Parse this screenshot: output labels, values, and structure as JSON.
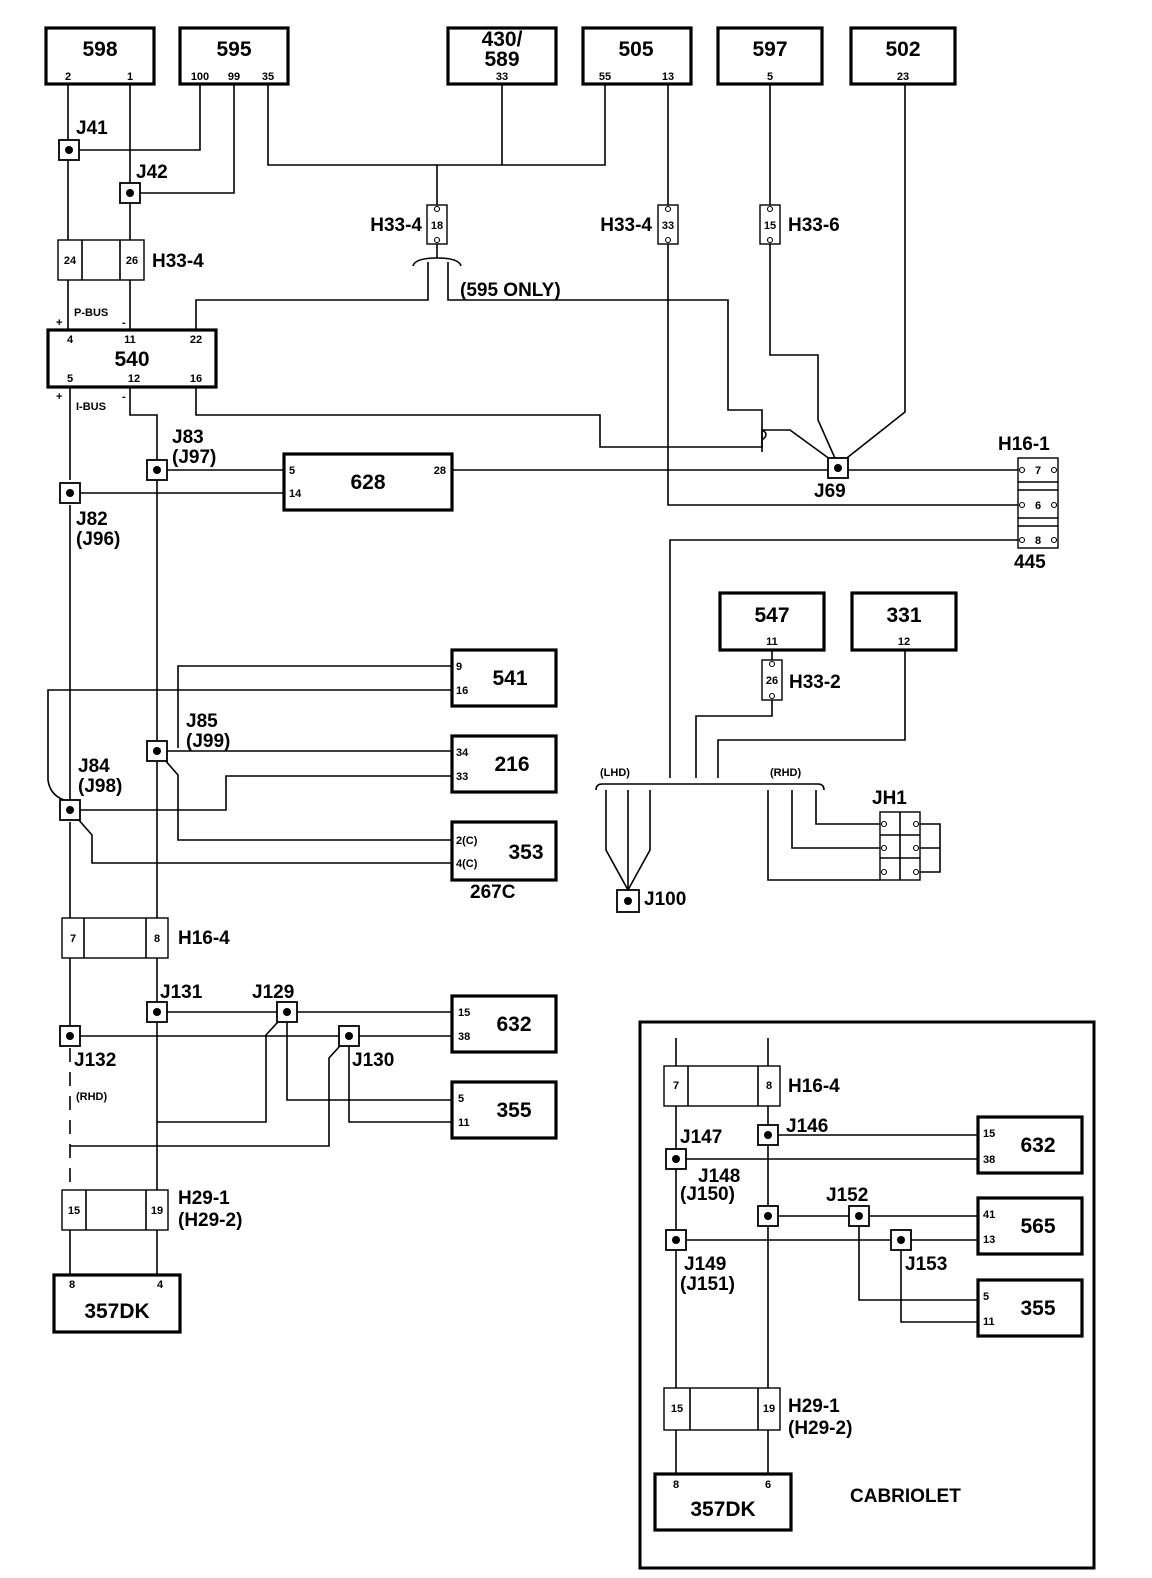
{
  "components": {
    "c598": {
      "name": "598",
      "pins": [
        "2",
        "1"
      ]
    },
    "c595": {
      "name": "595",
      "pins": [
        "100",
        "99",
        "35"
      ]
    },
    "c430": {
      "name_line1": "430/",
      "name_line2": "589",
      "pins": [
        "33"
      ]
    },
    "c505": {
      "name": "505",
      "pins": [
        "55",
        "13"
      ]
    },
    "c597": {
      "name": "597",
      "pins": [
        "5"
      ]
    },
    "c502": {
      "name": "502",
      "pins": [
        "23"
      ]
    },
    "c540": {
      "name": "540",
      "pins": [
        "4",
        "11",
        "22",
        "5",
        "12",
        "16"
      ]
    },
    "c628": {
      "name": "628",
      "pins": [
        "5",
        "14",
        "28"
      ]
    },
    "c547": {
      "name": "547",
      "pins": [
        "11"
      ]
    },
    "c331": {
      "name": "331",
      "pins": [
        "12"
      ]
    },
    "c541": {
      "name": "541",
      "pins": [
        "9",
        "16"
      ]
    },
    "c216": {
      "name": "216",
      "pins": [
        "34",
        "33"
      ]
    },
    "c353": {
      "name": "353",
      "pins": [
        "2(C)",
        "4(C)"
      ],
      "sublabel": "267C"
    },
    "c632": {
      "name": "632",
      "pins": [
        "15",
        "38"
      ]
    },
    "c355": {
      "name": "355",
      "pins": [
        "5",
        "11"
      ]
    },
    "c357dk": {
      "name": "357DK",
      "pins": [
        "8",
        "4"
      ]
    },
    "cab632": {
      "name": "632",
      "pins": [
        "15",
        "38"
      ]
    },
    "cab565": {
      "name": "565",
      "pins": [
        "41",
        "13"
      ]
    },
    "cab355": {
      "name": "355",
      "pins": [
        "5",
        "11"
      ]
    },
    "cab357dk": {
      "name": "357DK",
      "pins": [
        "8",
        "6"
      ]
    }
  },
  "connectors": {
    "h33_4_top": {
      "label": "H33-4",
      "pins": [
        "24",
        "26"
      ]
    },
    "h33_4_mid": {
      "label": "H33-4",
      "pins": [
        "18"
      ]
    },
    "h33_4_right": {
      "label": "H33-4",
      "pins": [
        "33"
      ]
    },
    "h33_6": {
      "label": "H33-6",
      "pins": [
        "15"
      ]
    },
    "h33_2": {
      "label": "H33-2",
      "pins": [
        "26"
      ]
    },
    "h16_1": {
      "label": "H16-1",
      "pins": [
        "7",
        "6",
        "8"
      ],
      "sublabel": "445"
    },
    "jh1": {
      "label": "JH1"
    },
    "h16_4": {
      "label": "H16-4",
      "pins": [
        "7",
        "8"
      ]
    },
    "h29_1": {
      "label_line1": "H29-1",
      "label_line2": "(H29-2)",
      "pins": [
        "15",
        "19"
      ]
    },
    "cab_h16_4": {
      "label": "H16-4",
      "pins": [
        "7",
        "8"
      ]
    },
    "cab_h29_1": {
      "label_line1": "H29-1",
      "label_line2": "(H29-2)",
      "pins": [
        "15",
        "19"
      ]
    }
  },
  "junctions": {
    "j41": "J41",
    "j42": "J42",
    "j69": "J69",
    "j83": {
      "line1": "J83",
      "line2": "(J97)"
    },
    "j82": {
      "line1": "J82",
      "line2": "(J96)"
    },
    "j85": {
      "line1": "J85",
      "line2": "(J99)"
    },
    "j84": {
      "line1": "J84",
      "line2": "(J98)"
    },
    "j100": "J100",
    "j131": "J131",
    "j129": "J129",
    "j130": "J130",
    "j132": "J132",
    "j146": "J146",
    "j147": "J147",
    "j148": {
      "line1": "J148",
      "line2": "(J150)"
    },
    "j152": "J152",
    "j149": {
      "line1": "J149",
      "line2": "(J151)"
    },
    "j153": "J153"
  },
  "annotations": {
    "only595": "(595 ONLY)",
    "pbus": "P-BUS",
    "ibus": "I-BUS",
    "plus": "+",
    "minus": "-",
    "lhd": "(LHD)",
    "rhd": "(RHD)",
    "rhd_left": "(RHD)",
    "cabriolet": "CABRIOLET"
  }
}
